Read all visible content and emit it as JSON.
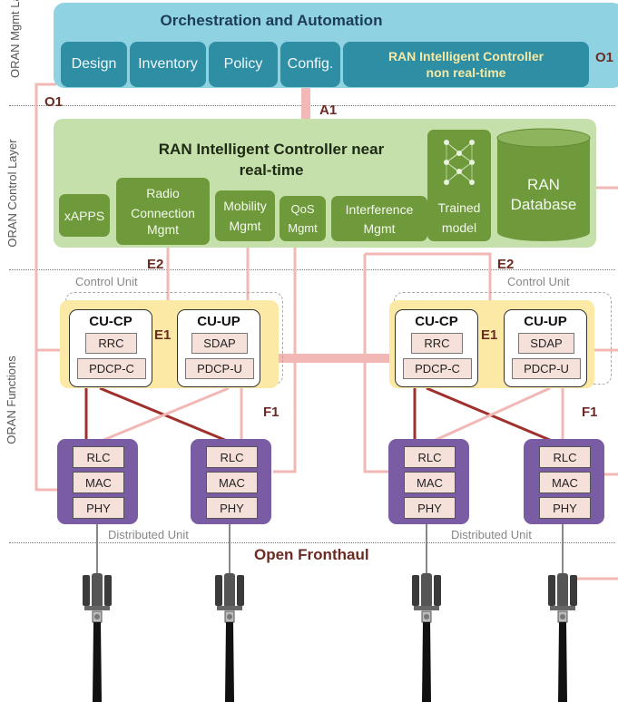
{
  "layers": {
    "mgmt": "ORAN Mgmt Layer",
    "control": "ORAN Control Layer",
    "functions": "ORAN Functions"
  },
  "orchestration": {
    "title": "Orchestration and Automation",
    "boxes": [
      "Design",
      "Inventory",
      "Policy",
      "Config."
    ],
    "ric_nrt_line1": "RAN Intelligent Controller",
    "ric_nrt_line2": "non real-time"
  },
  "ric": {
    "title_line1": "RAN Intelligent Controller near",
    "title_line2": "real-time",
    "xapps": "xAPPS",
    "radio_line1": "Radio",
    "radio_line2": "Connection",
    "radio_line3": "Mgmt",
    "mobility_line1": "Mobility",
    "mobility_line2": "Mgmt",
    "qos_line1": "QoS",
    "qos_line2": "Mgmt",
    "interference_line1": "Interference",
    "interference_line2": "Mgmt",
    "trained_line1": "Trained",
    "trained_line2": "model",
    "db_line1": "RAN",
    "db_line2": "Database"
  },
  "interfaces": {
    "o1": "O1",
    "a1": "A1",
    "e2": "E2",
    "e1": "E1",
    "f1": "F1"
  },
  "cu": {
    "unit_label": "Control Unit",
    "cp": "CU-CP",
    "up": "CU-UP",
    "rrc": "RRC",
    "pdcpc": "PDCP-C",
    "sdap": "SDAP",
    "pdcpu": "PDCP-U"
  },
  "du": {
    "unit_label": "Distributed Unit",
    "rlc": "RLC",
    "mac": "MAC",
    "phy": "PHY"
  },
  "fronthaul": "Open Fronthaul"
}
